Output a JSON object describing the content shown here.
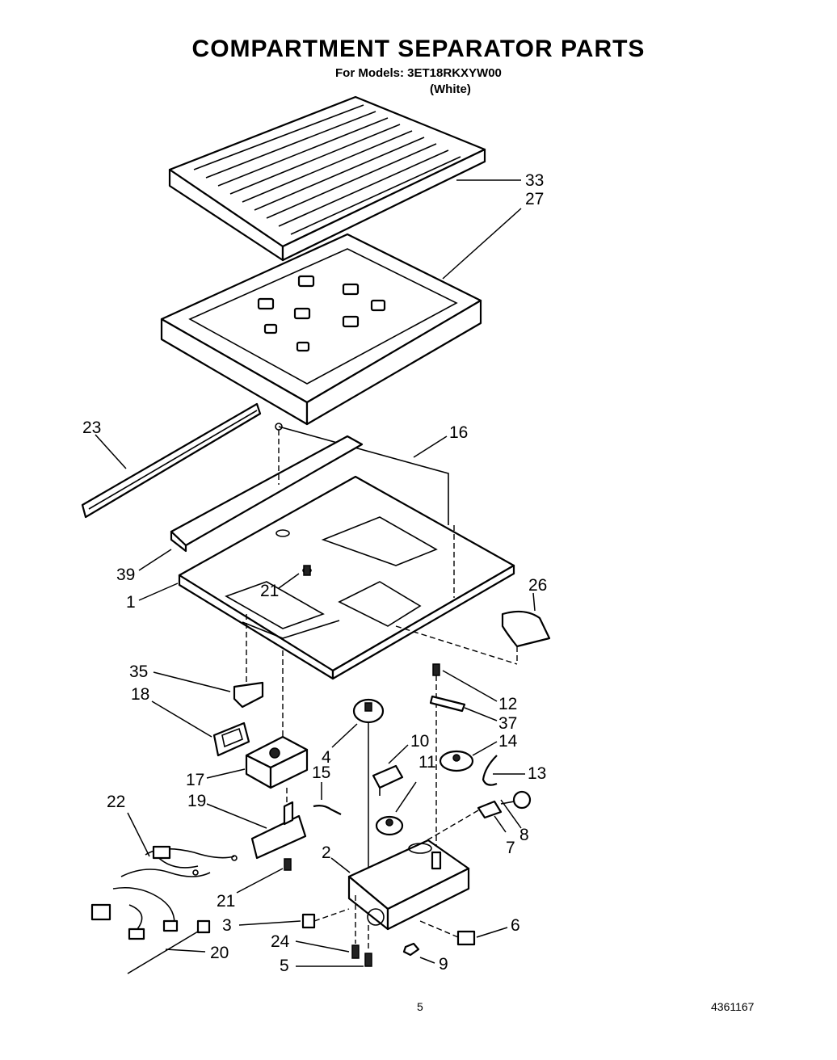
{
  "header": {
    "title": "COMPARTMENT SEPARATOR PARTS",
    "models_line": "For Models: 3ET18RKXYW00",
    "color_line": "(White)"
  },
  "footer": {
    "page_number": "5",
    "document_number": "4361167"
  },
  "callouts": {
    "c33": "33",
    "c27": "27",
    "c23": "23",
    "c16": "16",
    "c39": "39",
    "c21a": "21",
    "c1": "1",
    "c26": "26",
    "c35": "35",
    "c18": "18",
    "c12": "12",
    "c37": "37",
    "c4": "4",
    "c10": "10",
    "c14": "14",
    "c17": "17",
    "c15": "15",
    "c11": "11",
    "c13": "13",
    "c22": "22",
    "c19": "19",
    "c8": "8",
    "c7": "7",
    "c2": "2",
    "c21b": "21",
    "c3": "3",
    "c6": "6",
    "c24": "24",
    "c20": "20",
    "c5": "5",
    "c9": "9"
  }
}
